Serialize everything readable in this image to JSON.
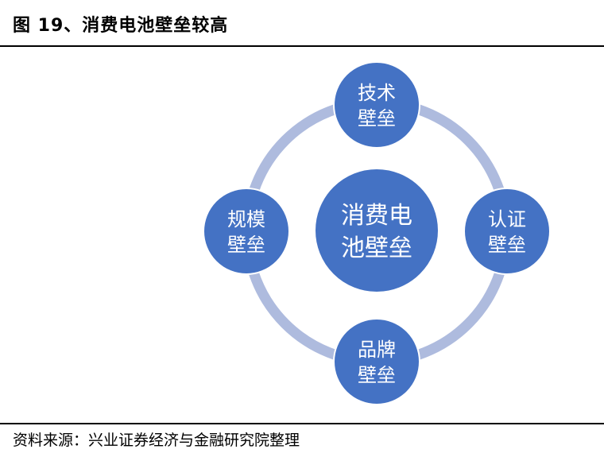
{
  "title": "图 19、消费电池壁垒较高",
  "source": "资料来源：兴业证券经济与金融研究院整理",
  "colors": {
    "node": "#4472c4",
    "ring": "#aebbde",
    "node_border": "#ffffff"
  },
  "diagram": {
    "center": {
      "line1": "消费电",
      "line2": "池壁垒"
    },
    "nodes": [
      {
        "id": "tech",
        "line1": "技术",
        "line2": "壁垒"
      },
      {
        "id": "cert",
        "line1": "认证",
        "line2": "壁垒"
      },
      {
        "id": "brand",
        "line1": "品牌",
        "line2": "壁垒"
      },
      {
        "id": "scale",
        "line1": "规模",
        "line2": "壁垒"
      }
    ]
  }
}
